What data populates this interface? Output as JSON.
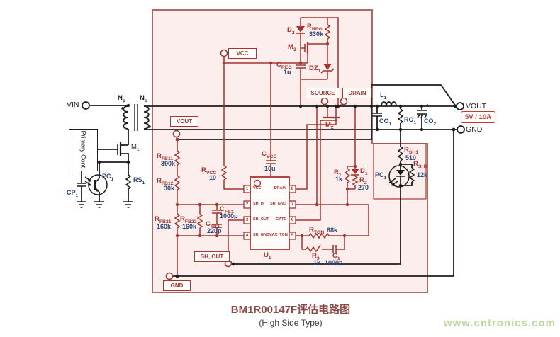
{
  "colors": {
    "red": "#a5352f",
    "navy": "#2b4372",
    "pink_fill": "#fbeeec",
    "pink_border": "#a96b67",
    "wire_black": "#1d1d1d",
    "watermark_green": "#bcd99c"
  },
  "title": {
    "main": "BM1R00147F评估电路图",
    "sub": "(High Side Type)"
  },
  "watermark": "www.cntronics.com",
  "io": {
    "vin": "VIN",
    "vout": "VOUT",
    "gnd": "GND",
    "rating": "5V / 10A"
  },
  "test_points": {
    "vcc": "VCC",
    "vout": "VOUT",
    "source": "SOURCE",
    "drain": "DRAIN",
    "sh_out": "SH_OUT",
    "gnd": "GND"
  },
  "primary": {
    "controller": "Primary Cont.",
    "np": {
      "t": "N",
      "s": "p"
    },
    "ns": {
      "t": "N",
      "s": "s"
    },
    "m1": {
      "t": "M",
      "s": "1"
    },
    "pc1": {
      "t": "PC",
      "s": "1"
    },
    "cp1": {
      "t": "CP",
      "s": "1"
    },
    "rs1": {
      "t": "RS",
      "s": "1"
    }
  },
  "ic": {
    "ref": {
      "t": "U",
      "s": "1"
    },
    "pins_left": [
      {
        "num": "1",
        "name": "VCC"
      },
      {
        "num": "2",
        "name": "SH_IN"
      },
      {
        "num": "3",
        "name": "SH_OUT"
      },
      {
        "num": "4",
        "name": "SH_GND"
      }
    ],
    "pins_right": [
      {
        "num": "8",
        "name": "DRAIN"
      },
      {
        "num": "7",
        "name": "SR_GND"
      },
      {
        "num": "6",
        "name": "GATE"
      },
      {
        "num": "5",
        "name": "MAX_TON"
      }
    ]
  },
  "components": {
    "d2": {
      "t": "D",
      "s": "2"
    },
    "rreg": {
      "t": "R",
      "s": "REG",
      "v": "330k"
    },
    "m3": {
      "t": "M",
      "s": "3"
    },
    "creg": {
      "t": "C",
      "s": "REG",
      "v": "1u"
    },
    "dz1": {
      "t": "DZ",
      "s": "1"
    },
    "m2": {
      "t": "M",
      "s": "2"
    },
    "l1": {
      "t": "L",
      "s": "1"
    },
    "co1": {
      "t": "CO",
      "s": "1"
    },
    "ro1": {
      "t": "RO",
      "s": "1"
    },
    "co2": {
      "t": "CO",
      "s": "2",
      "star": "*"
    },
    "rfb11": {
      "t": "R",
      "s": "FB11",
      "v": "390k"
    },
    "rfb12": {
      "t": "R",
      "s": "FB12",
      "v": "30k"
    },
    "rvcc": {
      "t": "R",
      "s": "VCC",
      "v": "10"
    },
    "cvcc": {
      "t": "C",
      "s": "VCC",
      "v": "10u"
    },
    "rfb21": {
      "t": "R",
      "s": "FB21",
      "v": "160k"
    },
    "rfb22": {
      "t": "R",
      "s": "FB22",
      "v": "160k"
    },
    "cfb1": {
      "t": "C",
      "s": "FB1",
      "v": "1000p"
    },
    "cfb2": {
      "t": "C",
      "s": "FB2",
      "v": "220p"
    },
    "r1": {
      "t": "R",
      "s": "1",
      "v": "1k"
    },
    "d1": {
      "t": "D",
      "s": "1"
    },
    "r2": {
      "t": "R",
      "s": "2",
      "v": "270"
    },
    "rsh1": {
      "t": "R",
      "s": "SH1",
      "v": "510"
    },
    "rsh2": {
      "t": "R",
      "s": "SH2",
      "v": "12k"
    },
    "pc1": {
      "t": "PC",
      "s": "1"
    },
    "rton": {
      "t": "R",
      "s": "TON",
      "v": "68k"
    },
    "r3": {
      "t": "R",
      "s": "3",
      "v": "1k"
    },
    "c1": {
      "t": "C",
      "s": "1",
      "v": "1000p"
    }
  }
}
